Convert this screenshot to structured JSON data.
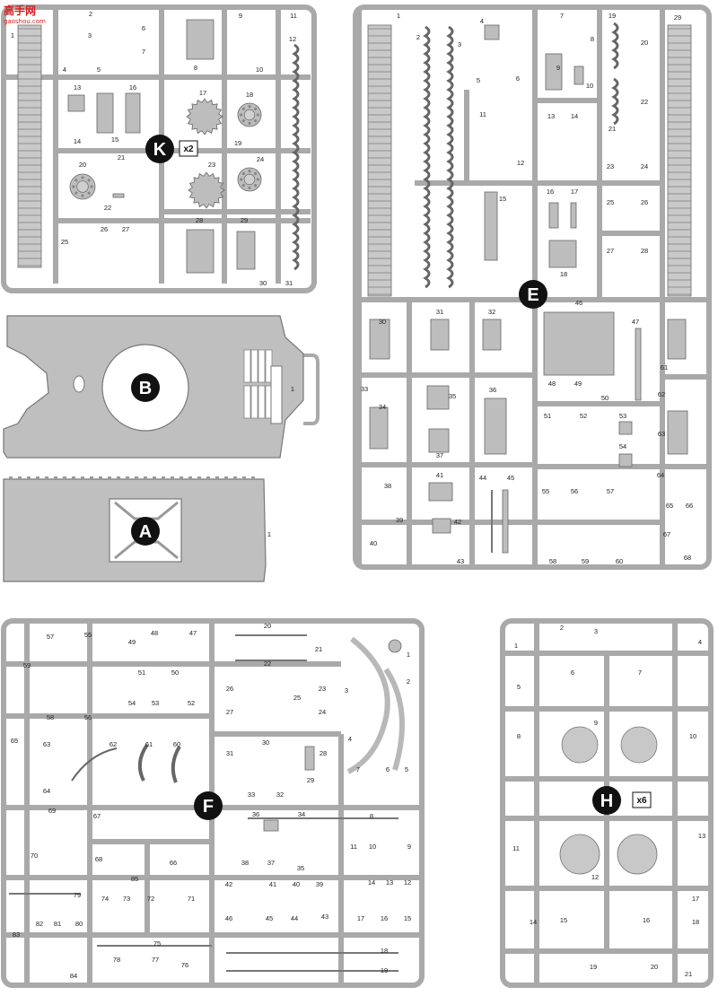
{
  "watermark": {
    "logo": "高手网",
    "url": "gaoshou.com"
  },
  "sprues": [
    {
      "id": "K",
      "multiplier": "x2",
      "part_numbers": [
        "1",
        "2",
        "3",
        "4",
        "5",
        "6",
        "7",
        "8",
        "9",
        "10",
        "11",
        "12",
        "13",
        "14",
        "15",
        "16",
        "17",
        "18",
        "19",
        "20",
        "21",
        "22",
        "23",
        "24",
        "25",
        "26",
        "27",
        "28",
        "29",
        "30",
        "31"
      ]
    },
    {
      "id": "B",
      "part_numbers": [
        "1"
      ]
    },
    {
      "id": "A",
      "part_numbers": [
        "1"
      ]
    },
    {
      "id": "E",
      "part_numbers": [
        "1",
        "2",
        "3",
        "4",
        "5",
        "6",
        "7",
        "8",
        "9",
        "10",
        "11",
        "12",
        "13",
        "14",
        "15",
        "16",
        "17",
        "18",
        "19",
        "20",
        "21",
        "22",
        "23",
        "24",
        "25",
        "26",
        "27",
        "28",
        "29",
        "30",
        "31",
        "32",
        "33",
        "34",
        "35",
        "36",
        "37",
        "38",
        "39",
        "40",
        "41",
        "42",
        "43",
        "44",
        "45",
        "46",
        "47",
        "48",
        "49",
        "50",
        "51",
        "52",
        "53",
        "54",
        "55",
        "56",
        "57",
        "58",
        "59",
        "60",
        "61",
        "62",
        "63",
        "64",
        "65",
        "66",
        "67",
        "68"
      ]
    },
    {
      "id": "F",
      "part_numbers": [
        "1",
        "2",
        "3",
        "4",
        "5",
        "6",
        "7",
        "8",
        "9",
        "10",
        "11",
        "12",
        "13",
        "14",
        "15",
        "16",
        "17",
        "18",
        "19",
        "20",
        "21",
        "22",
        "23",
        "24",
        "25",
        "26",
        "27",
        "28",
        "29",
        "30",
        "31",
        "32",
        "33",
        "34",
        "35",
        "36",
        "37",
        "38",
        "39",
        "40",
        "41",
        "42",
        "43",
        "44",
        "45",
        "46",
        "47",
        "48",
        "49",
        "50",
        "51",
        "52",
        "53",
        "54",
        "55",
        "56",
        "57",
        "58",
        "59",
        "60",
        "61",
        "62",
        "63",
        "64",
        "65",
        "66",
        "67",
        "68",
        "69",
        "70",
        "71",
        "72",
        "73",
        "74",
        "75",
        "76",
        "77",
        "78",
        "79",
        "80",
        "81",
        "82",
        "83",
        "84",
        "85"
      ]
    },
    {
      "id": "H",
      "multiplier": "x6",
      "part_numbers": [
        "1",
        "2",
        "3",
        "4",
        "5",
        "6",
        "7",
        "8",
        "9",
        "10",
        "11",
        "12",
        "13",
        "14",
        "15",
        "16",
        "17",
        "18",
        "19",
        "20",
        "21"
      ]
    }
  ]
}
